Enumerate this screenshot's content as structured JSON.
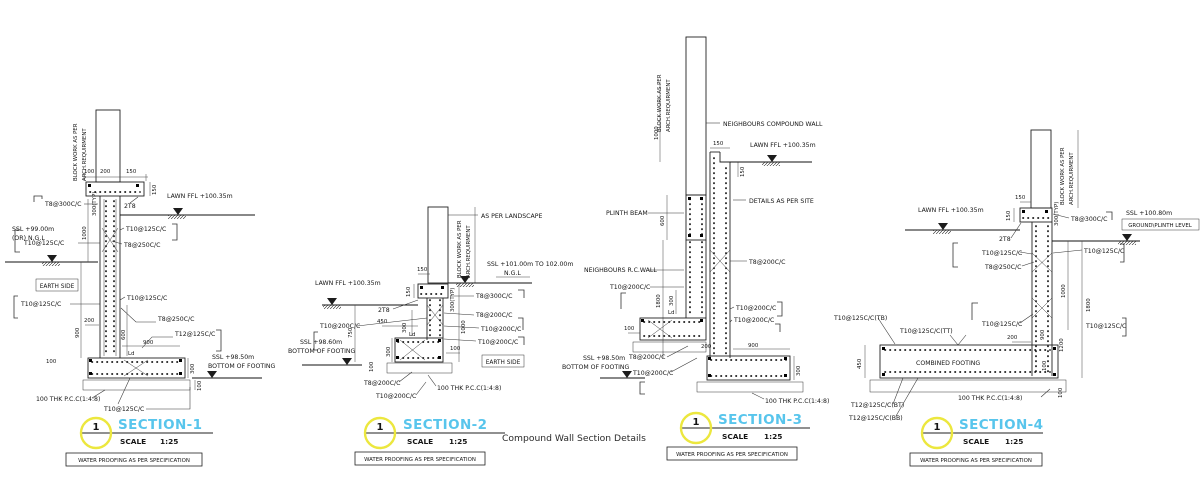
{
  "title": "Compound Wall Section Details",
  "colors": {
    "section_title_blue": "#58c5ec",
    "badge_yellow": "#ece73e",
    "line_dark": "#1f1f1f",
    "pcc_gray": "#bfbfbf"
  },
  "common": {
    "badge": "1",
    "scale_label": "SCALE",
    "scale_value": "1:25",
    "waterproof": "WATER PROOFING AS PER SPECIFICATION",
    "blockwork_1": "BLOCK WORK AS PER",
    "blockwork_2": "ARCH.REQUIRMENT",
    "earth_side": "EARTH SIDE",
    "pcc": "100 THK P.C.C(1:4:8)",
    "ld": "Ld",
    "bars_2t8": "2T8"
  },
  "s1": {
    "title": "SECTION-1",
    "ann": {
      "t8_300": "T8@300C/C",
      "t10_125": "T10@125C/C",
      "t8_250": "T8@250C/C",
      "t12_125": "T12@125C/C",
      "lawn": "LAWN FFL +100.35m",
      "ssl_ngl1": "SSL +99.00m",
      "ssl_ngl2": "(OR) N.G.L",
      "ssl_bof1": "SSL +98.50m",
      "ssl_bof2": "BOTTOM OF FOOTING"
    },
    "dims": {
      "d100": "100",
      "d200": "200",
      "d150": "150",
      "d300typ": "300(TYP)",
      "d1000": "1000",
      "d900": "900",
      "d600": "600",
      "d300": "300"
    }
  },
  "s2": {
    "title": "SECTION-2",
    "ann": {
      "landscape": "AS PER LANDSCAPE",
      "ssl_ngl1": "SSL +101.00m TO 102.00m",
      "ssl_ngl2": "N.G.L",
      "t8_300": "T8@300C/C",
      "t8_200": "T8@200C/C",
      "t10_200": "T10@200C/C",
      "lawn": "LAWN FFL +100.35m",
      "ssl_bof1": "SSL +98.60m",
      "ssl_bof2": "BOTTOM OF FOOTING"
    },
    "dims": {
      "d150": "150",
      "d300typ": "300(TYP)",
      "d1000": "1000",
      "d450": "450",
      "d750": "750",
      "d300": "300",
      "d100": "100"
    }
  },
  "s3": {
    "title": "SECTION-3",
    "ann": {
      "ncw": "NEIGHBOURS COMPOUND WALL",
      "lawn": "LAWN FFL +100.35m",
      "plinth": "PLINTH BEAM",
      "details": "DETAILS AS PER SITE",
      "nrc": "NEIGHBOURS R.C.WALL",
      "t8_200": "T8@200C/C",
      "t10_200": "T10@200C/C",
      "ssl_bof1": "SSL +98.50m",
      "ssl_bof2": "BOTTOM OF FOOTING"
    },
    "dims": {
      "d1000": "1000",
      "d150": "150",
      "d600": "600",
      "d1800": "1800",
      "d300": "300",
      "d200": "200",
      "d900": "900",
      "d100": "100"
    }
  },
  "s4": {
    "title": "SECTION-4",
    "ann": {
      "lawn": "LAWN FFL +100.35m",
      "t10_125": "T10@125C/C",
      "t8_250": "T8@250C/C",
      "t8_300": "T8@300C/C",
      "ssl_gp1": "SSL +100.80m",
      "ssl_gp2": "GROUND\\PLINTH LEVEL",
      "tb": "T10@125C/C(TB)",
      "tt": "T10@125C/C(TT)",
      "combined": "COMBINED FOOTING",
      "bt": "T12@125C/C(BT)",
      "bb": "T12@125C/C(BB)"
    },
    "dims": {
      "d150": "150",
      "d300typ": "300(TYP)",
      "d1000": "1000",
      "d1800": "1800",
      "d200": "200",
      "d900": "900",
      "d1200": "1200",
      "d450": "450",
      "d100": "100"
    }
  }
}
